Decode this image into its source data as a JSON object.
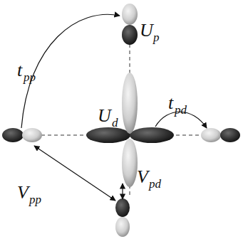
{
  "diagram": {
    "labels": [
      "t",
      "pp",
      "U",
      "p",
      "U",
      "d",
      "t",
      "pd",
      "V",
      "pp",
      "V",
      "pd"
    ]
  }
}
